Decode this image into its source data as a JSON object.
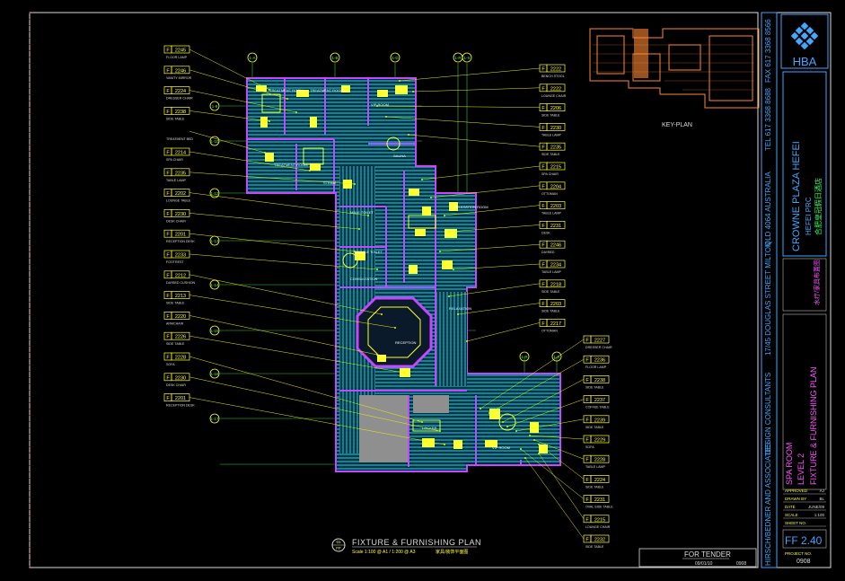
{
  "title_block": {
    "firm_short": "HBA",
    "firm_long": "HIRSCH/BEDNER AND ASSOCIATES",
    "firm_line": "DESIGN CONSULTANTS",
    "address": "17/45 DOUGLAS STREET MILTON",
    "address2": "QLD 4064 AUSTRALIA",
    "phone": "TEL 617 3368 8688",
    "fax": "FAX 617 3368 8566",
    "project": "CROWNE PLAZA HEFEI",
    "project_sub": "HEFEI PRC",
    "project_cn": "合肥皇冠假日酒店",
    "drawing_title_1": "SPA ROOM",
    "drawing_title_2": "LEVEL 2",
    "drawing_title_3": "FIXTURE & FURNISHING PLAN",
    "drawing_title_cn": "水疗/家具布置图",
    "rows": [
      "APPROVED",
      "DRAWN BY",
      "DATE",
      "SCALE",
      "SHEET NO."
    ],
    "row_values": [
      "AJ",
      "BL",
      "JUNE/09",
      "1:100",
      ""
    ],
    "sheet_no": "FF 2.40",
    "project_no": "0908",
    "project_no_label": "PROJECT NO."
  },
  "key_plan_label": "KEY-PLAN",
  "plan_title": "FIXTURE & FURNISHING PLAN",
  "plan_scale": "Scale 1:100 @ A1 / 1:200 @ A3",
  "plan_title_cn": "家具/装饰平面图",
  "plan_marker": "01",
  "plan_marker_sheet": "FF",
  "tender_title": "FOR TENDER",
  "tender_date": "09/01/10",
  "tender_code": "0908",
  "grid_labels_top": [
    "1-A",
    "1-B",
    "1-D",
    "1-R",
    "1-S"
  ],
  "grid_labels_left": [
    "1-9",
    "1-10",
    "1-12",
    "1-13",
    "1-14",
    "1-15",
    "1-16",
    "1-17"
  ],
  "grid_labels_right": [
    "1-R",
    "1-S"
  ],
  "room_labels": [
    "TREATMENT ROOM",
    "TREATMENT ROOM",
    "VIP ROOM",
    "TREATMENT ROOM",
    "STEAM",
    "SAUNA",
    "MALE TOILET",
    "FEMALE TOILET",
    "CONSULTATION",
    "RELAXATION",
    "RECEPTION",
    "LOCKER",
    "VIP ROOM",
    "RELAXATION ROOM"
  ],
  "left_tags": [
    {
      "code": "F",
      "num": "2245",
      "desc": "FLOOR LAMP"
    },
    {
      "code": "F",
      "num": "2246",
      "desc": "VANITY MIRROR"
    },
    {
      "code": "F",
      "num": "2224",
      "desc": "DRESSER CHAIR"
    },
    {
      "code": "F",
      "num": "2238",
      "desc": "SIDE TABLE"
    },
    {
      "code": "",
      "num": "",
      "desc": "TREATMENT BED"
    },
    {
      "code": "F",
      "num": "2214",
      "desc": "SPA CHAIR"
    },
    {
      "code": "F",
      "num": "2235",
      "desc": "TABLE LAMP"
    },
    {
      "code": "F",
      "num": "2202",
      "desc": "LOUNGE TABLE"
    },
    {
      "code": "F",
      "num": "2230",
      "desc": "DESK CHAIR"
    },
    {
      "code": "F",
      "num": "2201",
      "desc": "RECEPTION DESK"
    },
    {
      "code": "F",
      "num": "2233",
      "desc": "FOOTREST"
    },
    {
      "code": "F",
      "num": "2212",
      "desc": "DAYBED CUSHION"
    },
    {
      "code": "F",
      "num": "2213",
      "desc": "SIDE TABLE"
    },
    {
      "code": "F",
      "num": "2220",
      "desc": "ARMCHAIR"
    },
    {
      "code": "F",
      "num": "2226",
      "desc": "SIDE TABLE"
    },
    {
      "code": "F",
      "num": "2228",
      "desc": "SOFA"
    },
    {
      "code": "F",
      "num": "2230",
      "desc": "DESK CHAIR"
    },
    {
      "code": "F",
      "num": "2201",
      "desc": "RECEPTION DESK"
    }
  ],
  "right_tags": [
    {
      "code": "F",
      "num": "2222",
      "desc": "BENCH STOOL"
    },
    {
      "code": "F",
      "num": "2222",
      "desc": "LOUNGE CHAIR"
    },
    {
      "code": "F",
      "num": "2206",
      "desc": "SIDE TABLE"
    },
    {
      "code": "F",
      "num": "2230",
      "desc": "TABLE LAMP"
    },
    {
      "code": "F",
      "num": "2235",
      "desc": "SIDE TABLE"
    },
    {
      "code": "F",
      "num": "2215",
      "desc": "SPA CHAIR"
    },
    {
      "code": "F",
      "num": "2204",
      "desc": "OTTOMAN"
    },
    {
      "code": "F",
      "num": "2203",
      "desc": "TABLE LAMP"
    },
    {
      "code": "F",
      "num": "2231",
      "desc": "DESK"
    },
    {
      "code": "F",
      "num": "2246",
      "desc": "DAYBED"
    },
    {
      "code": "F",
      "num": "2234",
      "desc": "TABLE LAMP"
    },
    {
      "code": "F",
      "num": "2218",
      "desc": "SIDE TABLE"
    },
    {
      "code": "F",
      "num": "2203",
      "desc": "SIDE TABLE"
    },
    {
      "code": "F",
      "num": "2217",
      "desc": "OTTOMAN"
    }
  ],
  "lower_right_tags": [
    {
      "code": "F",
      "num": "2227",
      "desc": "DRESSER CHAIR"
    },
    {
      "code": "F",
      "num": "2236",
      "desc": "FLOOR LAMP"
    },
    {
      "code": "F",
      "num": "2238",
      "desc": "SIDE TABLE"
    },
    {
      "code": "F",
      "num": "2237",
      "desc": "COFFEE TABLE"
    },
    {
      "code": "F",
      "num": "2239",
      "desc": "SIDE TABLE"
    },
    {
      "code": "F",
      "num": "2229",
      "desc": "SOFA"
    },
    {
      "code": "F",
      "num": "2228",
      "desc": "TABLE LAMP"
    },
    {
      "code": "F",
      "num": "2224",
      "desc": "SIDE TABLE"
    },
    {
      "code": "F",
      "num": "2231",
      "desc": "OVAL SIDE TABLE"
    },
    {
      "code": "F",
      "num": "2215",
      "desc": "LOUNGE CHAIR"
    },
    {
      "code": "F",
      "num": "2232",
      "desc": "SIDE TABLE"
    }
  ],
  "colors": {
    "background": "#000000",
    "border": "#ffffff",
    "wall": "#cc44ff",
    "floor_hatch": "#00b4c8",
    "furniture": "#ffff33",
    "tag_box": "#ffff33",
    "leader": "#f0f000",
    "grid_line": "#44ff44",
    "grid_bubble": "#ffff33",
    "title_cyan": "#3fa8ff",
    "title_magenta": "#ff55ff",
    "title_green": "#33ff66",
    "key_plan": "#ff8833"
  }
}
